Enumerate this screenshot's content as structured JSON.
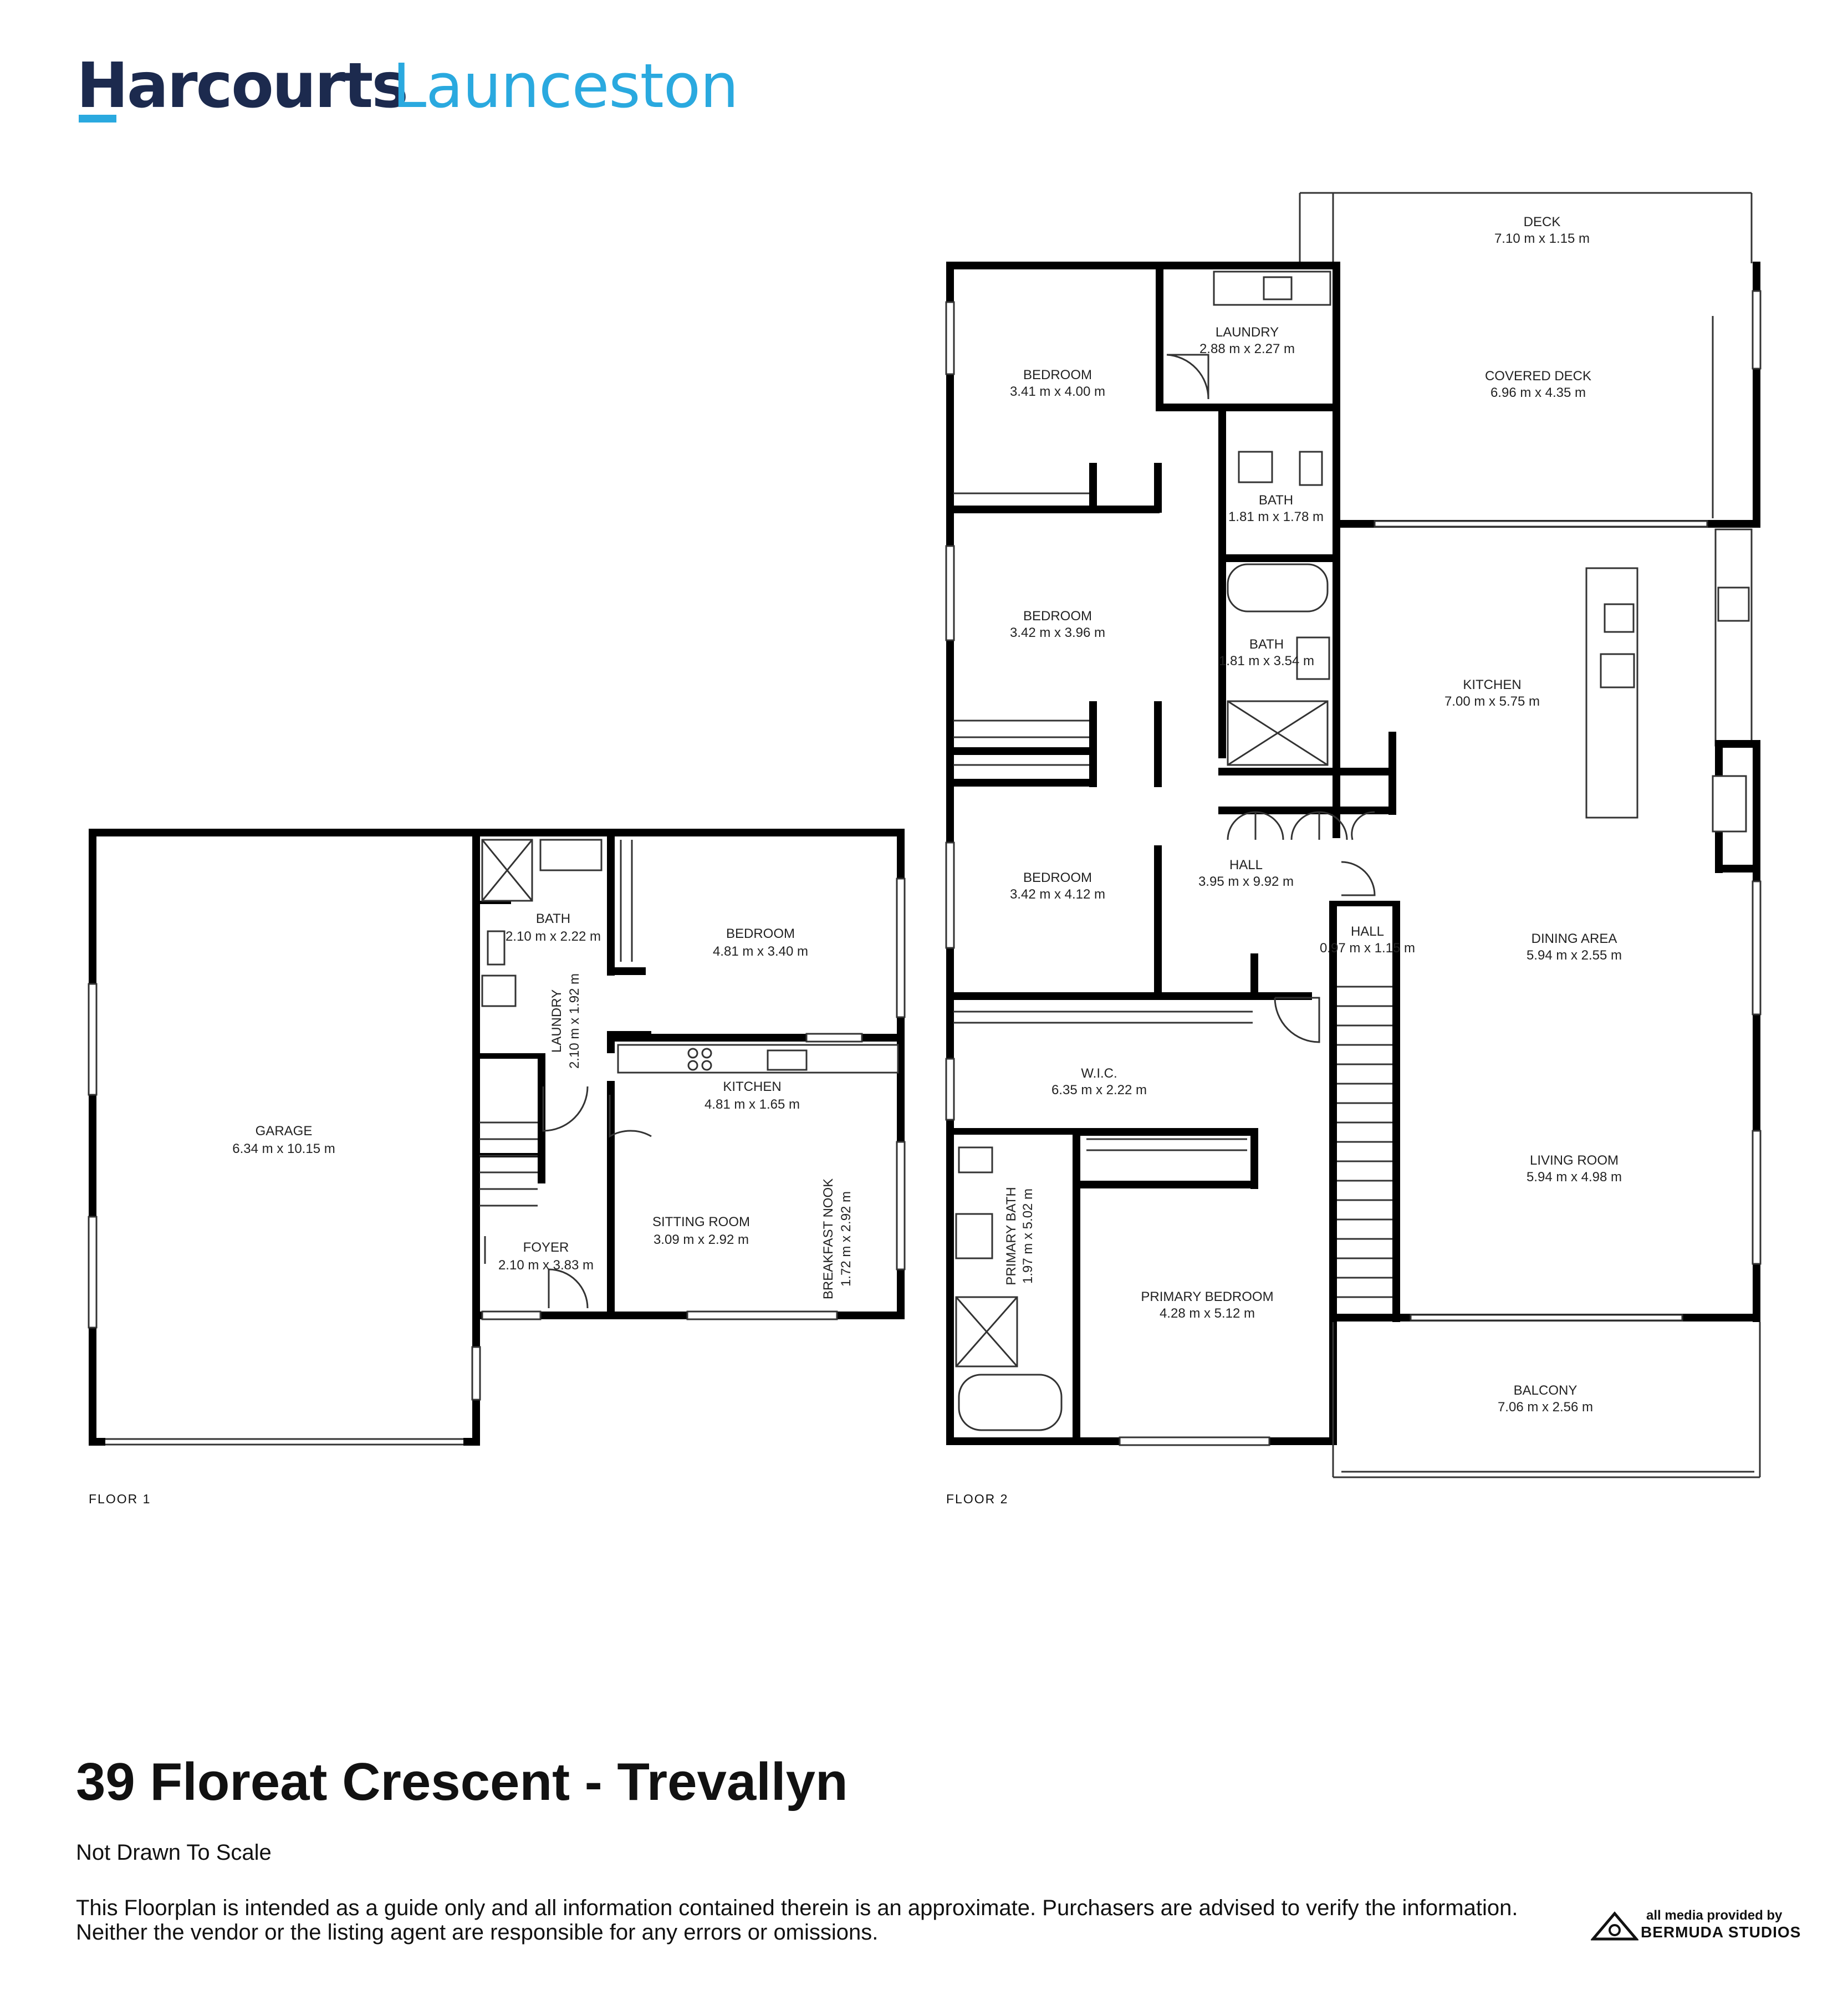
{
  "brand": {
    "primary": "Harcourts",
    "secondary": "Launceston",
    "primary_color": "#1c2a4e",
    "accent_color": "#2aa9df"
  },
  "floors": [
    {
      "label": "FLOOR 1",
      "rooms": [
        {
          "id": "garage",
          "name": "GARAGE",
          "dims": "6.34 m x 10.15 m"
        },
        {
          "id": "bath1",
          "name": "BATH",
          "dims": "2.10 m x 2.22 m"
        },
        {
          "id": "laundry1",
          "name": "LAUNDRY",
          "dims": "2.10 m x 1.92 m"
        },
        {
          "id": "bedroom1",
          "name": "BEDROOM",
          "dims": "4.81 m x 3.40 m"
        },
        {
          "id": "kitchen1",
          "name": "KITCHEN",
          "dims": "4.81 m x 1.65 m"
        },
        {
          "id": "sitting",
          "name": "SITTING ROOM",
          "dims": "3.09 m x 2.92 m"
        },
        {
          "id": "nook",
          "name": "BREAKFAST NOOK",
          "dims": "1.72 m x 2.92 m"
        },
        {
          "id": "foyer",
          "name": "FOYER",
          "dims": "2.10 m x 3.83 m"
        }
      ]
    },
    {
      "label": "FLOOR 2",
      "rooms": [
        {
          "id": "deck",
          "name": "DECK",
          "dims": "7.10 m x 1.15 m"
        },
        {
          "id": "bedA",
          "name": "BEDROOM",
          "dims": "3.41 m x 4.00 m"
        },
        {
          "id": "laundry2",
          "name": "LAUNDRY",
          "dims": "2.88 m x 2.27 m"
        },
        {
          "id": "covdeck",
          "name": "COVERED DECK",
          "dims": "6.96 m x 4.35 m"
        },
        {
          "id": "bathA",
          "name": "BATH",
          "dims": "1.81 m x 1.78 m"
        },
        {
          "id": "bedB",
          "name": "BEDROOM",
          "dims": "3.42 m x 3.96 m"
        },
        {
          "id": "bathB",
          "name": "BATH",
          "dims": "1.81 m x 3.54 m"
        },
        {
          "id": "kitchen2",
          "name": "KITCHEN",
          "dims": "7.00 m x 5.75 m"
        },
        {
          "id": "bedC",
          "name": "BEDROOM",
          "dims": "3.42 m x 4.12 m"
        },
        {
          "id": "hall",
          "name": "HALL",
          "dims": "3.95 m x 9.92 m"
        },
        {
          "id": "hallsmall",
          "name": "HALL",
          "dims": "0.97 m x 1.15 m"
        },
        {
          "id": "dining",
          "name": "DINING AREA",
          "dims": "5.94 m x 2.55 m"
        },
        {
          "id": "wic",
          "name": "W.I.C.",
          "dims": "6.35 m x 2.22 m"
        },
        {
          "id": "living",
          "name": "LIVING ROOM",
          "dims": "5.94 m x 4.98 m"
        },
        {
          "id": "pbath",
          "name": "PRIMARY BATH",
          "dims": "1.97 m x 5.02 m"
        },
        {
          "id": "pbed",
          "name": "PRIMARY BEDROOM",
          "dims": "4.28 m x 5.12 m"
        },
        {
          "id": "balcony",
          "name": "BALCONY",
          "dims": "7.06 m x 2.56 m"
        }
      ]
    }
  ],
  "footer": {
    "address": "39 Floreat Crescent - Trevallyn",
    "scale_note": "Not Drawn To Scale",
    "disclaimer_line1": "This Floorplan is intended as a guide only and all information contained therein is an approximate. Purchasers are advised to verify the information.",
    "disclaimer_line2": "Neither the vendor or the listing agent are responsible for any errors or omissions.",
    "credit_small": "all media provided by",
    "credit_big": "BERMUDA STUDIOS"
  }
}
